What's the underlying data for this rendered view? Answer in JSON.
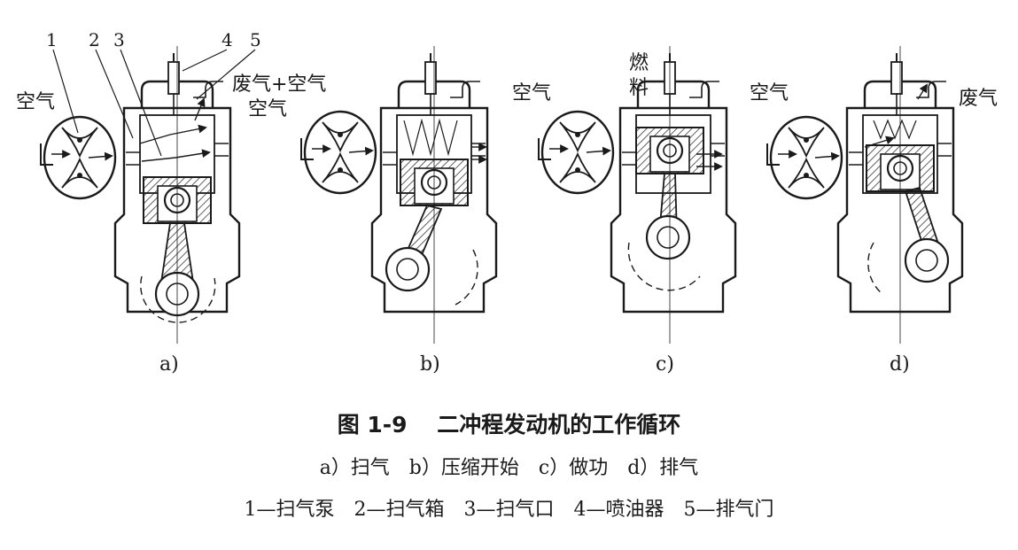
{
  "labels": {
    "air": "空气",
    "exhaust_plus_air": "废气+空气",
    "fuel_top": "燃",
    "fuel_bottom": "料",
    "exhaust": "废气",
    "parts": [
      "1",
      "2",
      "3",
      "4",
      "5"
    ]
  },
  "panels": [
    "a)",
    "b)",
    "c)",
    "d)"
  ],
  "caption": {
    "title": "图 1-9　 二冲程发动机的工作循环",
    "subfigures": "a）扫气　b）压缩开始　c）做功　d）排气",
    "legend": "1—扫气泵　2—扫气箱　3—扫气口　4—喷油器　5—排气门"
  }
}
